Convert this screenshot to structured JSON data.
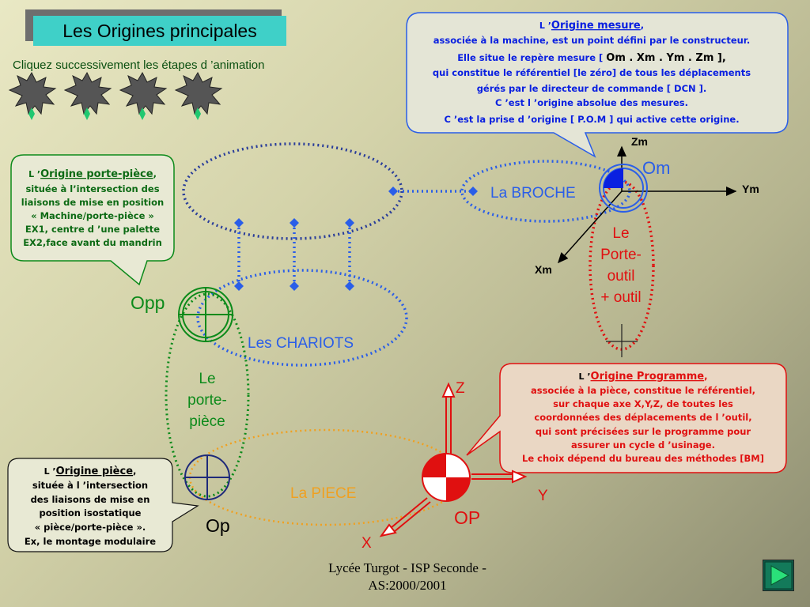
{
  "title": "Les Origines principales",
  "instruction": "Cliquez successivement les étapes d ’animation",
  "steps": [
    "step-1",
    "step-2",
    "step-3",
    "step-4"
  ],
  "origine_mesure": {
    "prefix": "L ’",
    "name": "Origine mesure",
    "line1": "associée à la machine, est un point défini par le constructeur.",
    "line2a": "Elle situe le repère mesure [ ",
    "line2b": "Om . Xm . Ym . Zm ],",
    "line3": "qui constitue le référentiel [le zéro] de tous les déplacements",
    "line4": "gérés par le directeur de commande [ DCN ].",
    "line5": "C ’est l ’origine absolue des mesures.",
    "line6": "C ’est la prise d ’origine [ P.O.M ] qui active cette origine."
  },
  "origine_porte_piece": {
    "prefix": "L ’",
    "name": "Origine porte-pièce",
    "lines": [
      "située à l’intersection des",
      "liaisons de mise en position",
      "« Machine/porte-pièce »",
      "EX1, centre d ’une palette",
      "EX2,face avant du mandrin"
    ]
  },
  "origine_programme": {
    "prefix": "L ’",
    "name": "Origine Programme",
    "lines": [
      "associée à la pièce, constitue le référentiel,",
      "sur chaque axe X,Y,Z, de toutes les",
      "coordonnées des déplacements de l ’outil,",
      "qui sont précisées sur le programme pour",
      "assurer un cycle d ’usinage.",
      "Le choix dépend du bureau des méthodes [BM]"
    ]
  },
  "origine_piece": {
    "prefix": "L ’",
    "name": "Origine pièce",
    "lines": [
      "située à l ’intersection",
      "des liaisons de mise en",
      "position isostatique",
      "« pièce/porte-pièce ».",
      "Ex, le montage modulaire"
    ]
  },
  "labels": {
    "broche": "La BROCHE",
    "chariots": "Les CHARIOTS",
    "piece": "La PIECE",
    "porte_piece": [
      "Le",
      "porte-",
      "pièce"
    ],
    "porte_outil": [
      "Le",
      "Porte-",
      "outil",
      "+ outil"
    ],
    "om": "Om",
    "opp": "Opp",
    "op": "Op",
    "op_prog": "OP",
    "zm": "Zm",
    "ym": "Ym",
    "xm": "Xm",
    "z": "Z",
    "y": "Y",
    "x": "X"
  },
  "footer": [
    "Lycée Turgot - ISP Seconde -",
    "AS:2000/2001"
  ],
  "colors": {
    "blue": "#2a5ee8",
    "darkblue": "#283c9a",
    "green": "#0c8a1a",
    "red": "#e01010",
    "orange": "#f0a020"
  }
}
